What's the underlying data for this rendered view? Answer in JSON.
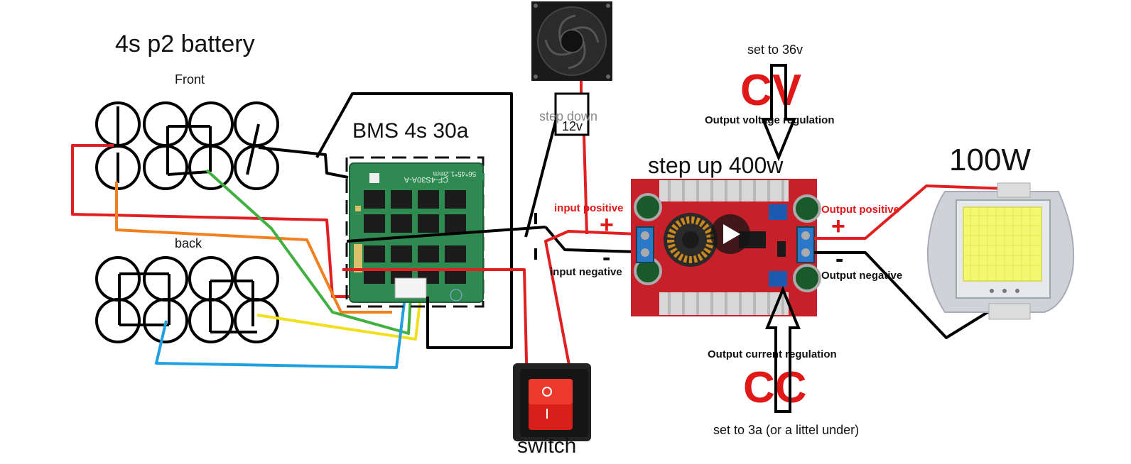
{
  "texts": {
    "battery_title": "4s p2 battery",
    "front": "Front",
    "back": "back",
    "bms_label": "BMS 4s 30a",
    "bms_code": "CF-4S30A-A",
    "bms_dims": "56*45*1.2mm",
    "fan_stepdown": "step down",
    "stepdown_voltage": "12v",
    "set_voltage": "set to 36v",
    "cv": "CV",
    "output_voltage_reg": "Output voltage regulation",
    "stepup_label": "step up 400w",
    "input_positive": "input positive",
    "input_negative": "input negative",
    "output_positive": "Output positive",
    "output_negative": "Output negative",
    "plus_in": "+",
    "minus_in": "-",
    "plus_out": "+",
    "minus_out": "-",
    "output_current_reg": "Output current regulation",
    "cc": "CC",
    "set_current": "set to 3a (or a littel under)",
    "led_label": "100W",
    "switch_label": "switch"
  },
  "colors": {
    "wire_black": "#000000",
    "wire_red": "#e02020",
    "wire_orange": "#f08020",
    "wire_green": "#40b040",
    "wire_yellow": "#f0e020",
    "wire_blue": "#20a0e0",
    "label_red": "#e01818",
    "board_red": "#c8202a",
    "bms_green": "#2f8a52",
    "led_yellow": "#f4f870"
  },
  "icons": {
    "fan": "cooling-fan-icon",
    "switch": "rocker-switch-icon",
    "play": "play-icon",
    "led": "led-chip-icon"
  }
}
